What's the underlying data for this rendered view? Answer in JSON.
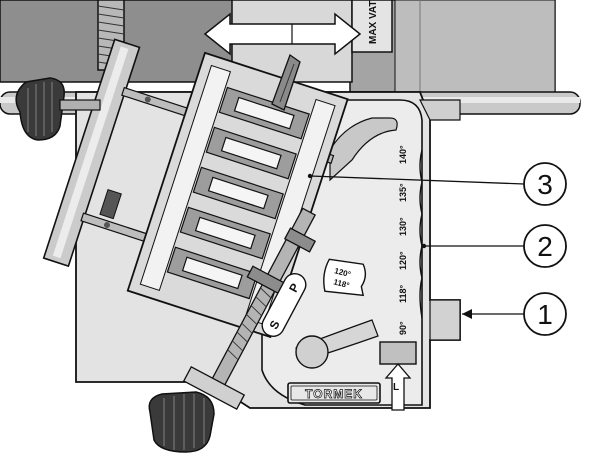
{
  "top_label": "MAX VATT",
  "brand": "TORMEK",
  "angle_marks": [
    "140°",
    "135°",
    "130°",
    "120°",
    "118°",
    "90°"
  ],
  "badge": {
    "top": "120°",
    "bottom": "118°"
  },
  "letters": {
    "s": "S",
    "p": "P",
    "l": "L"
  },
  "callouts": [
    {
      "number": "1"
    },
    {
      "number": "2"
    },
    {
      "number": "3"
    }
  ],
  "colors": {
    "outline": "#111111",
    "metal_dark": "#7d7d7d",
    "metal_mid": "#a6a6a6",
    "metal_light": "#d4d4d4",
    "plate": "#e3e3e3"
  }
}
